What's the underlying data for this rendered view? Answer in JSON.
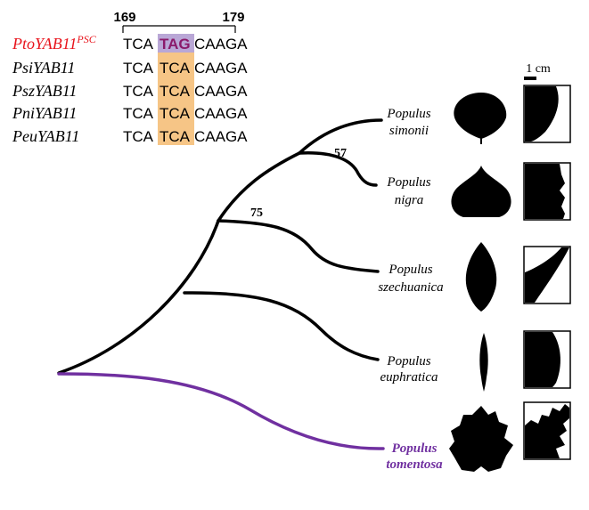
{
  "alignment": {
    "pos_start": "169",
    "pos_end": "179",
    "genes": [
      {
        "name": "PtoYAB11",
        "sup": "PSC",
        "seq_left": "TCA",
        "seq_mid": "TAG",
        "seq_right": "CAAGA",
        "highlight": true
      },
      {
        "name": "PsiYAB11",
        "sup": "",
        "seq_left": "TCA",
        "seq_mid": "TCA",
        "seq_right": "CAAGA",
        "highlight": false
      },
      {
        "name": "PszYAB11",
        "sup": "",
        "seq_left": "TCA",
        "seq_mid": "TCA",
        "seq_right": "CAAGA",
        "highlight": false
      },
      {
        "name": "PniYAB11",
        "sup": "",
        "seq_left": "TCA",
        "seq_mid": "TCA",
        "seq_right": "CAAGA",
        "highlight": false
      },
      {
        "name": "PeuYAB11",
        "sup": "",
        "seq_left": "TCA",
        "seq_mid": "TCA",
        "seq_right": "CAAGA",
        "highlight": false
      }
    ]
  },
  "tree": {
    "bootstrap_a": "57",
    "bootstrap_b": "75",
    "taxa": [
      {
        "genus": "Populus",
        "species": "simonii"
      },
      {
        "genus": "Populus",
        "species": "nigra"
      },
      {
        "genus": "Populus",
        "species": "szechuanica"
      },
      {
        "genus": "Populus",
        "species": "euphratica"
      },
      {
        "genus": "Populus",
        "species": "tomentosa"
      }
    ]
  },
  "scale_bar": "1 cm",
  "colors": {
    "highlight_gene": "#e8141c",
    "highlight_branch": "#7030a0",
    "mutant_codon_bg": "#b9a7d6",
    "mutant_codon_text": "#8b1a6b",
    "codon_bg": "#f6c586"
  }
}
